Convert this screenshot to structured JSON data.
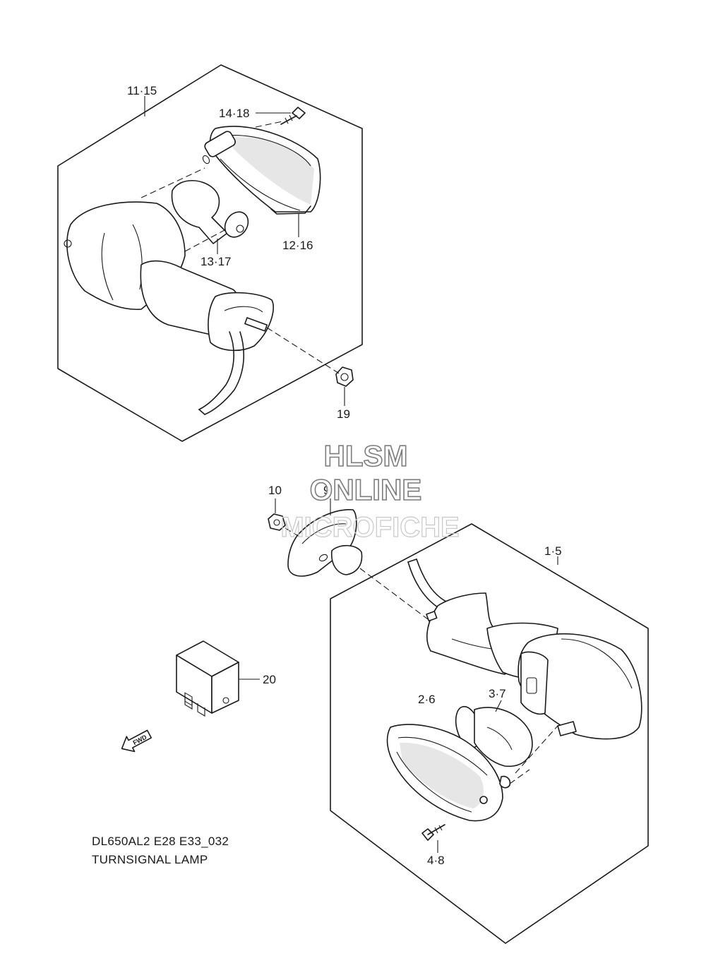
{
  "callouts": {
    "assy_top": "11·15",
    "screw_top": "14·18",
    "lens_top": "12·16",
    "bulb_top": "13·17",
    "nut_top": "19",
    "nut_mid": "10",
    "mount_mid": "9",
    "assy_bottom": "1·5",
    "relay": "20",
    "lens_bottom": "2·6",
    "bulb_bottom": "3·7",
    "screw_bottom": "4·8"
  },
  "caption": {
    "model": "DL650AL2 E28 E33_032",
    "title": "TURNSIGNAL LAMP"
  },
  "watermark": {
    "line1": "HLSM",
    "line2": "ONLINE",
    "line3": "MICROFICHE"
  },
  "fwd_label": "FWD",
  "colors": {
    "ink": "#1a1a1a",
    "watermark": "#6e6e6e"
  }
}
